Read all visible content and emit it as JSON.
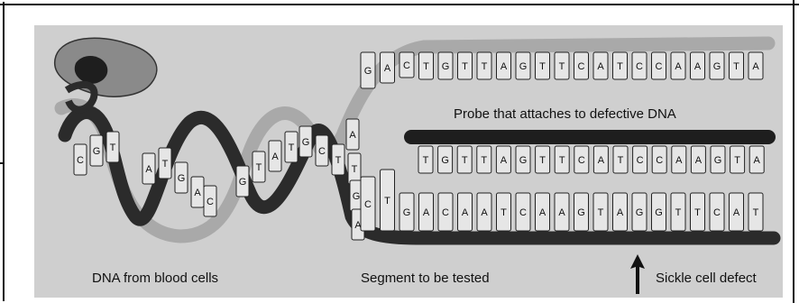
{
  "labels": {
    "dna_from_blood": "DNA from blood cells",
    "segment": "Segment to be tested",
    "sickle": "Sickle cell defect",
    "probe": "Probe that attaches to defective DNA"
  },
  "sequences": {
    "upper_strand": [
      "G",
      "A",
      "C",
      "T",
      "G",
      "T",
      "T",
      "A",
      "G",
      "T",
      "T",
      "C",
      "A",
      "T",
      "C",
      "C",
      "A",
      "A",
      "G",
      "T",
      "A"
    ],
    "probe_strand": [
      "T",
      "G",
      "T",
      "T",
      "A",
      "G",
      "T",
      "T",
      "C",
      "A",
      "T",
      "C",
      "C",
      "A",
      "A",
      "G",
      "T",
      "A"
    ],
    "lower_strand": [
      "C",
      "T",
      "G",
      "A",
      "C",
      "A",
      "A",
      "T",
      "C",
      "A",
      "A",
      "G",
      "T",
      "A",
      "G",
      "G",
      "T",
      "T",
      "C",
      "A",
      "T"
    ],
    "helix_letters": [
      "C",
      "G",
      "T",
      "A",
      "T",
      "G",
      "A",
      "C",
      "G",
      "T",
      "A",
      "T",
      "G",
      "C",
      "T",
      "A",
      "T",
      "G",
      "A"
    ]
  },
  "colors": {
    "panel": "#cfcfcf",
    "dark_strand": "#2b2b2b",
    "light_strand": "#a9a9a9",
    "base": "#e6e6e6"
  }
}
